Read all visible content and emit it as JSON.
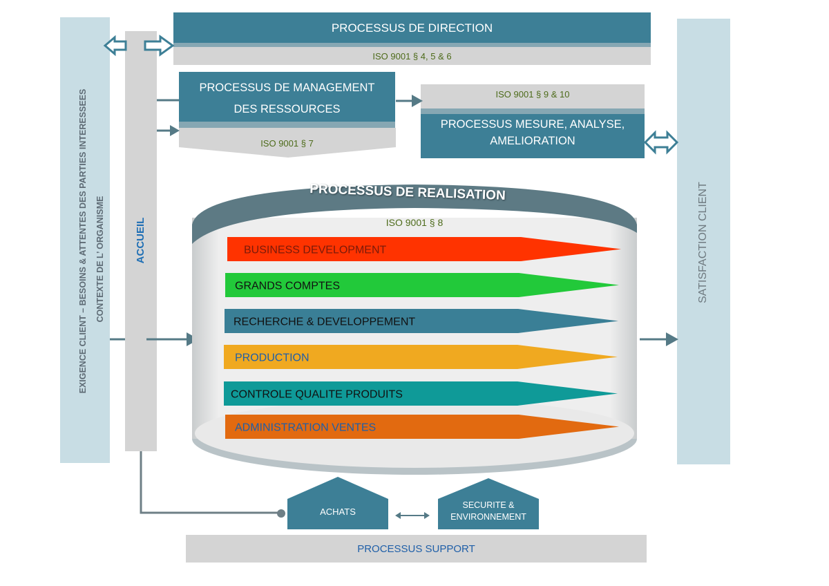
{
  "left_bar": {
    "line1": "EXIGENCE CLIENT – BESOINS & ATTENTES DES PARTIES INTERESSEES",
    "line2": "CONTEXTE DE L’   ORGANISME"
  },
  "accueil": {
    "label": "ACCUEIL"
  },
  "right_bar": {
    "label": "SATISFACTION CLIENT"
  },
  "direction": {
    "title": "PROCESSUS DE DIRECTION",
    "iso": "ISO 9001 § 4, 5 & 6"
  },
  "management": {
    "title_line1": "PROCESSUS DE MANAGEMENT",
    "title_line2": "DES RESSOURCES",
    "iso": "ISO 9001 § 7"
  },
  "mesure": {
    "iso": "ISO 9001 § 9 & 10",
    "title_line1": "PROCESSUS MESURE, ANALYSE,",
    "title_line2": "AMELIORATION"
  },
  "realisation": {
    "title": "PROCESSUS DE REALISATION",
    "iso": "ISO 9001 § 8",
    "processes": [
      {
        "label": "BUSINESS DEVELOPMENT",
        "color": "#ff3300",
        "text_color": "#7a1b0a"
      },
      {
        "label": "GRANDS COMPTES",
        "color": "#22c93a",
        "text_color": "#111111"
      },
      {
        "label": "RECHERCHE & DEVELOPPEMENT",
        "color": "#3a7f96",
        "text_color": "#111111"
      },
      {
        "label": "PRODUCTION",
        "color": "#f0a920",
        "text_color": "#1f5fa8"
      },
      {
        "label": "CONTROLE QUALITE PRODUITS",
        "color": "#0f9a98",
        "text_color": "#111111"
      },
      {
        "label": "ADMINISTRATION VENTES",
        "color": "#e26a10",
        "text_color": "#1f5fa8"
      }
    ]
  },
  "support": {
    "achats": "ACHATS",
    "securite_line1": "SECURITE &",
    "securite_line2": "ENVIRONNEMENT",
    "title": "PROCESSUS SUPPORT"
  },
  "colors": {
    "teal": "#3d7f96",
    "light_blue": "#c8dde4",
    "grey": "#d4d4d4",
    "iso_text": "#4d6b1a",
    "support_text": "#1f5fa8",
    "arrow": "#557a86"
  }
}
